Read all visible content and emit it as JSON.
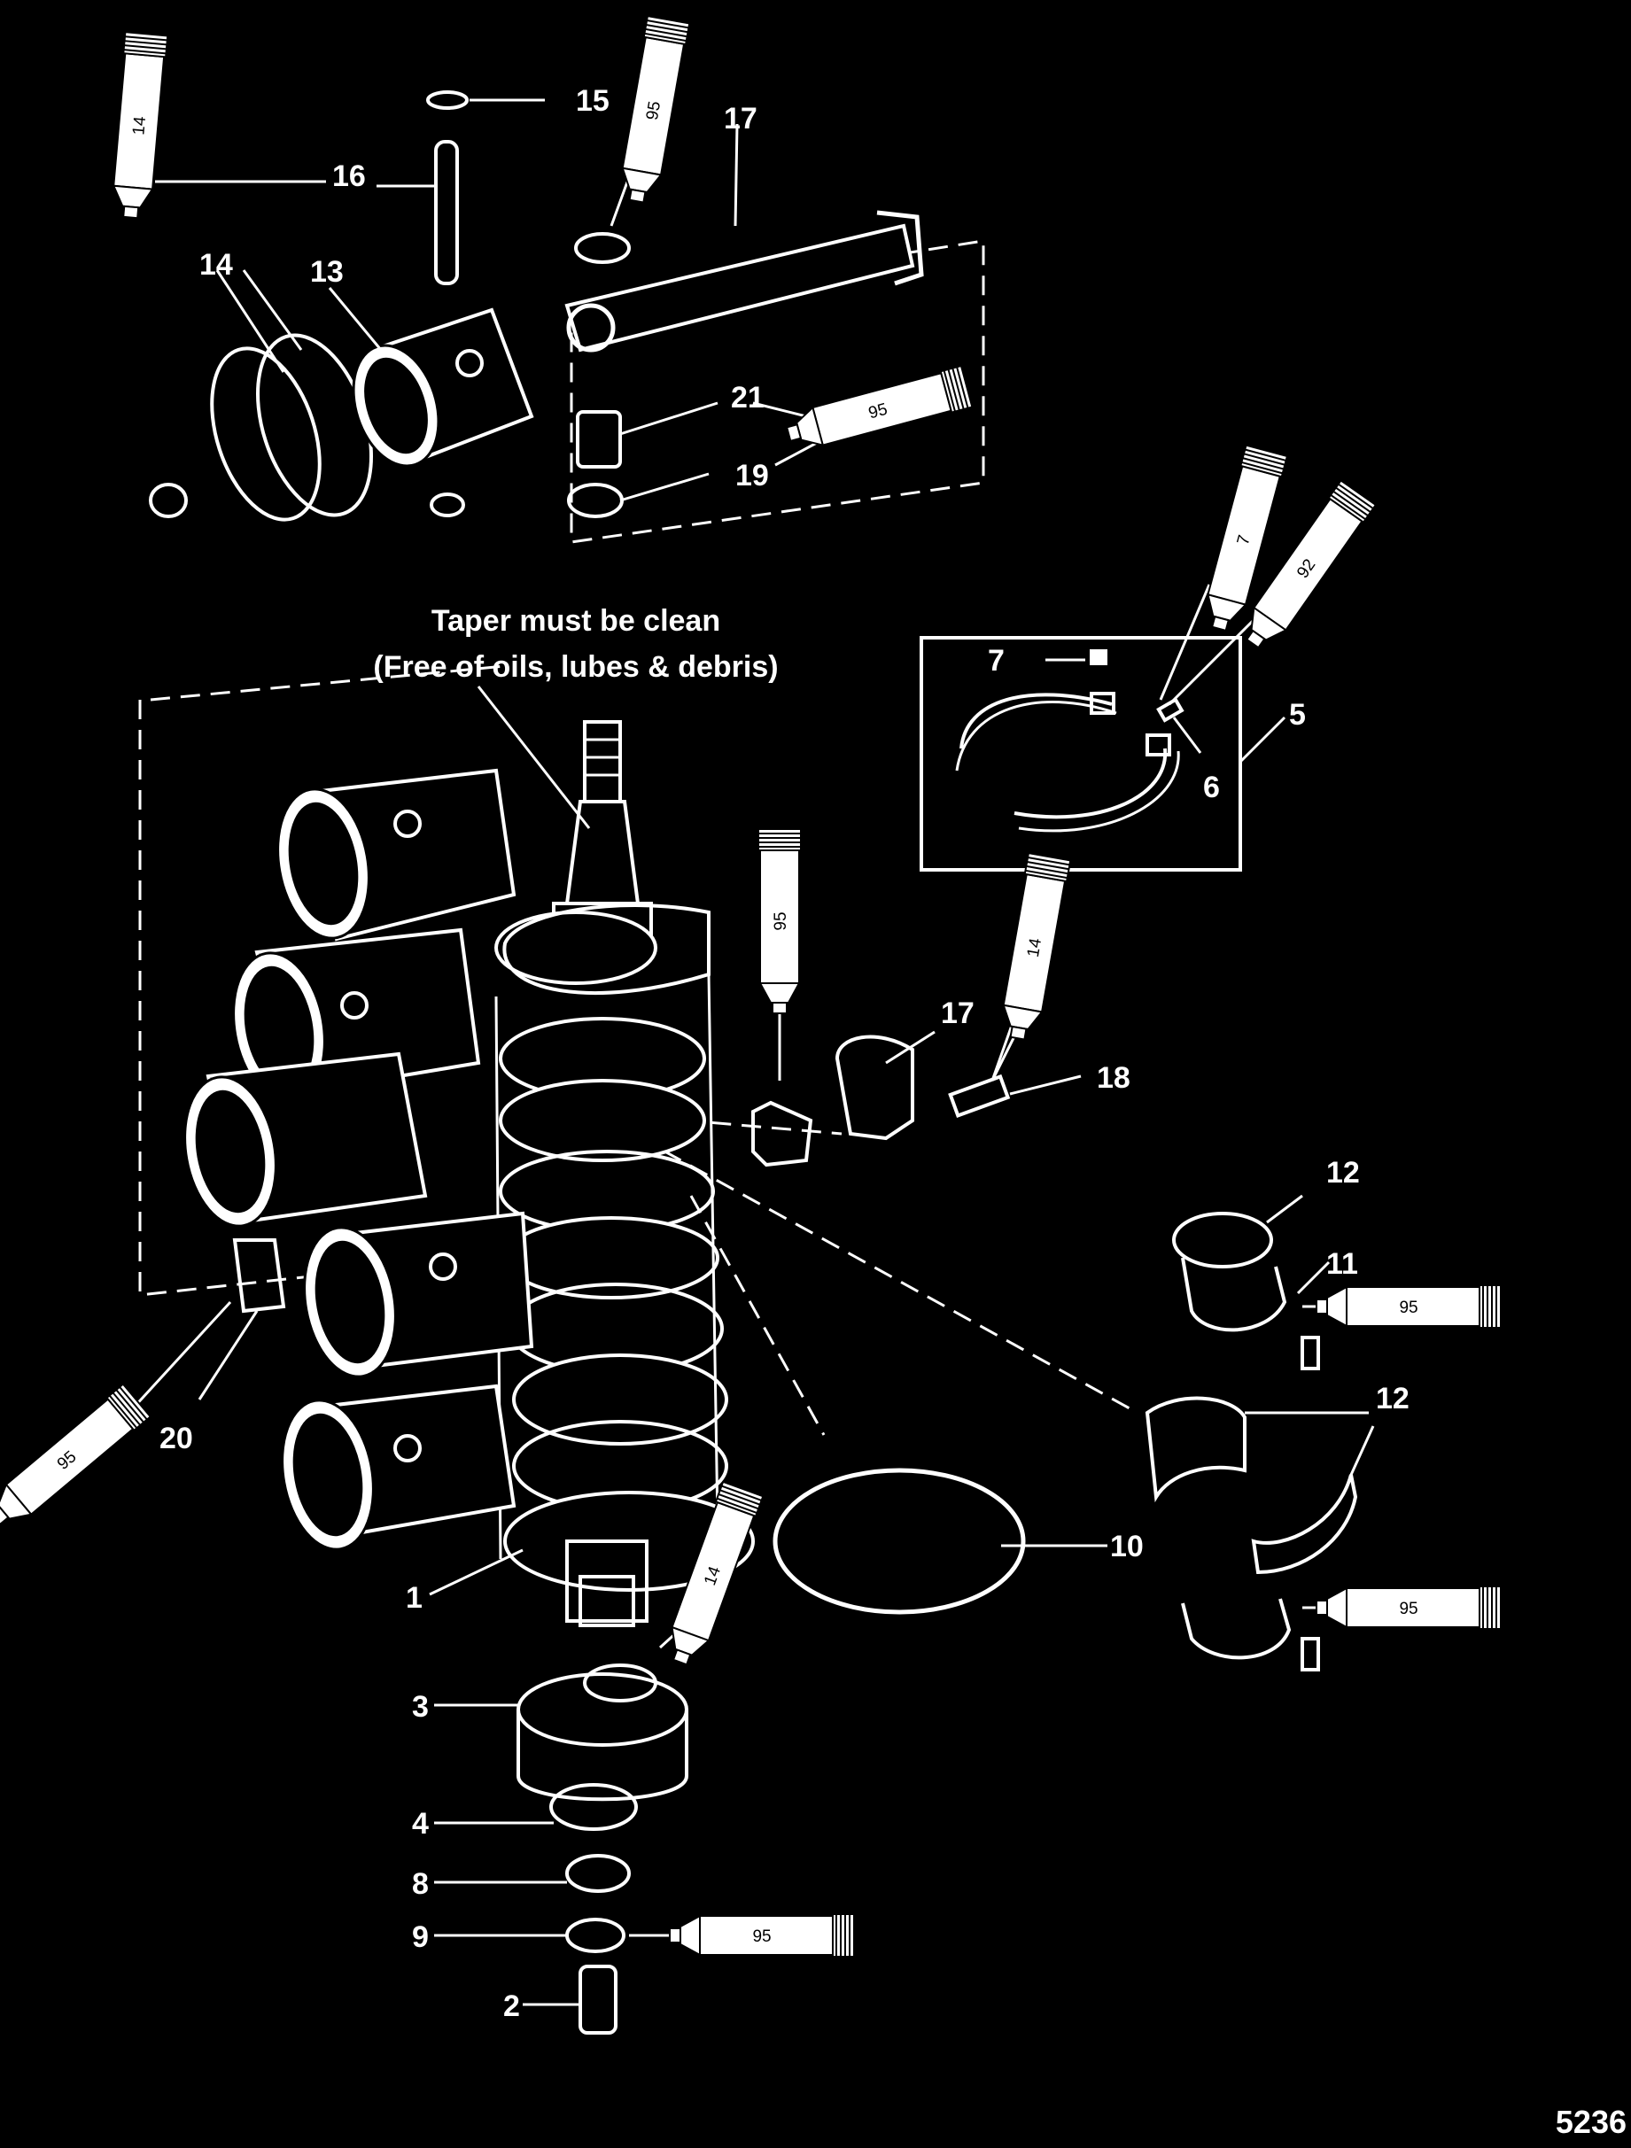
{
  "note": {
    "line1": "Taper must be clean",
    "line2": "(Free of oils, lubes & debris)"
  },
  "figure_number": "5236",
  "callouts": [
    {
      "key": "c15",
      "label": "15"
    },
    {
      "key": "c16",
      "label": "16"
    },
    {
      "key": "c17a",
      "label": "17"
    },
    {
      "key": "c14a",
      "label": "14"
    },
    {
      "key": "c13",
      "label": "13"
    },
    {
      "key": "c21",
      "label": "21"
    },
    {
      "key": "c19",
      "label": "19"
    },
    {
      "key": "c7",
      "label": "7"
    },
    {
      "key": "c5",
      "label": "5"
    },
    {
      "key": "c6",
      "label": "6"
    },
    {
      "key": "c17b",
      "label": "17"
    },
    {
      "key": "c18",
      "label": "18"
    },
    {
      "key": "c12a",
      "label": "12"
    },
    {
      "key": "c11",
      "label": "11"
    },
    {
      "key": "c12b",
      "label": "12"
    },
    {
      "key": "c20",
      "label": "20"
    },
    {
      "key": "c10",
      "label": "10"
    },
    {
      "key": "c1",
      "label": "1"
    },
    {
      "key": "c3",
      "label": "3"
    },
    {
      "key": "c4",
      "label": "4"
    },
    {
      "key": "c8",
      "label": "8"
    },
    {
      "key": "c9",
      "label": "9"
    },
    {
      "key": "c2",
      "label": "2"
    }
  ],
  "lube_tubes": [
    {
      "key": "t14a",
      "label": "14"
    },
    {
      "key": "t95a",
      "label": "95"
    },
    {
      "key": "t95b",
      "label": "95"
    },
    {
      "key": "t7",
      "label": "7"
    },
    {
      "key": "t92",
      "label": "92"
    },
    {
      "key": "t95c",
      "label": "95"
    },
    {
      "key": "t14b",
      "label": "14"
    },
    {
      "key": "t95d",
      "label": "95"
    },
    {
      "key": "t95e",
      "label": "95"
    },
    {
      "key": "t14c",
      "label": "14"
    },
    {
      "key": "t95f",
      "label": "95"
    },
    {
      "key": "t95g",
      "label": "95"
    }
  ]
}
